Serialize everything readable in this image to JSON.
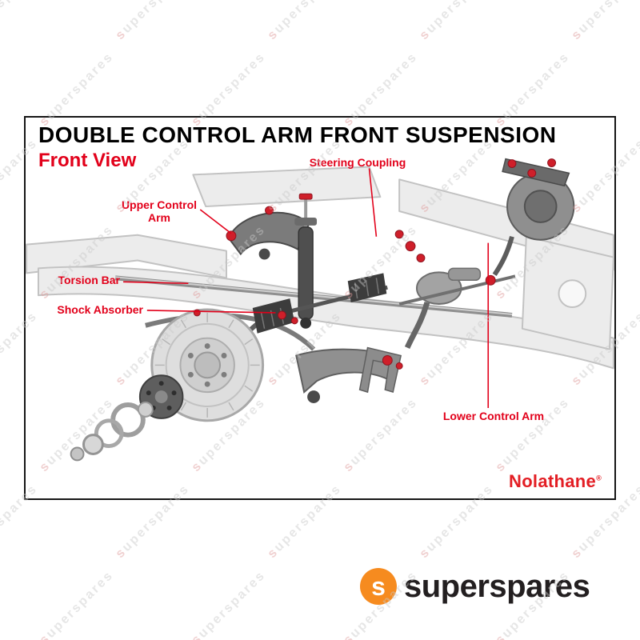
{
  "watermark": {
    "first": "s",
    "rest": "uperspares"
  },
  "diagram": {
    "title": "DOUBLE CONTROL ARM FRONT SUSPENSION",
    "subtitle": "Front View",
    "labels": {
      "steering_coupling": "Steering Coupling",
      "upper_control_line1": "Upper Control",
      "upper_control_line2": "Arm",
      "torsion_bar": "Torsion Bar",
      "shock_absorber": "Shock Absorber",
      "lower_control_arm": "Lower Control Arm"
    },
    "brand": "Nolathane",
    "brand_reg": "®"
  },
  "footer_logo": {
    "initial": "s",
    "text": "superspares"
  },
  "colors": {
    "label_red": "#e2001a",
    "nolathane_red": "#e31e24",
    "logo_orange": "#f68b1f",
    "logo_text_dark": "#231f20",
    "bushing_red": "#cf1f2a"
  }
}
